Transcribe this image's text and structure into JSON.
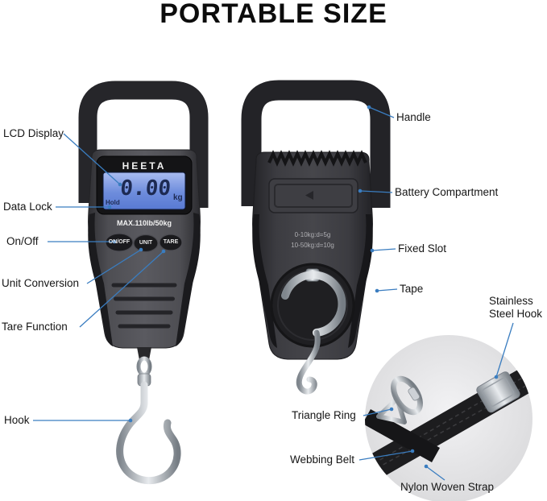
{
  "title": "PORTABLE SIZE",
  "callouts": {
    "lcd_display": "LCD Display",
    "data_lock": "Data Lock",
    "on_off": "On/Off",
    "unit_conversion": "Unit Conversion",
    "tare_function": "Tare Function",
    "hook": "Hook",
    "handle": "Handle",
    "battery_compartment": "Battery Compartment",
    "fixed_slot": "Fixed Slot",
    "tape": "Tape",
    "stainless_steel_hook": "Stainless Steel Hook",
    "triangle_ring": "Triangle Ring",
    "webbing_belt": "Webbing Belt",
    "nylon_woven_strap": "Nylon Woven Strap"
  },
  "device_front": {
    "brand": "HEETA",
    "hold_indicator": "Hold",
    "display_value": "0.00",
    "display_unit": "kg",
    "capacity_label": "MAX.110lb/50kg",
    "buttons": {
      "power": "ON/OFF",
      "unit": "UNIT",
      "tare": "TARE"
    }
  },
  "device_back": {
    "graduation_line_1": "0-10kg:d=5g",
    "graduation_line_2": "10-50kg:d=10g"
  },
  "colors": {
    "callout_line": "#3a7dc0",
    "lcd_backlight": "#6d8cdc",
    "body_dark": "#3a3a3f",
    "background": "#ffffff"
  }
}
